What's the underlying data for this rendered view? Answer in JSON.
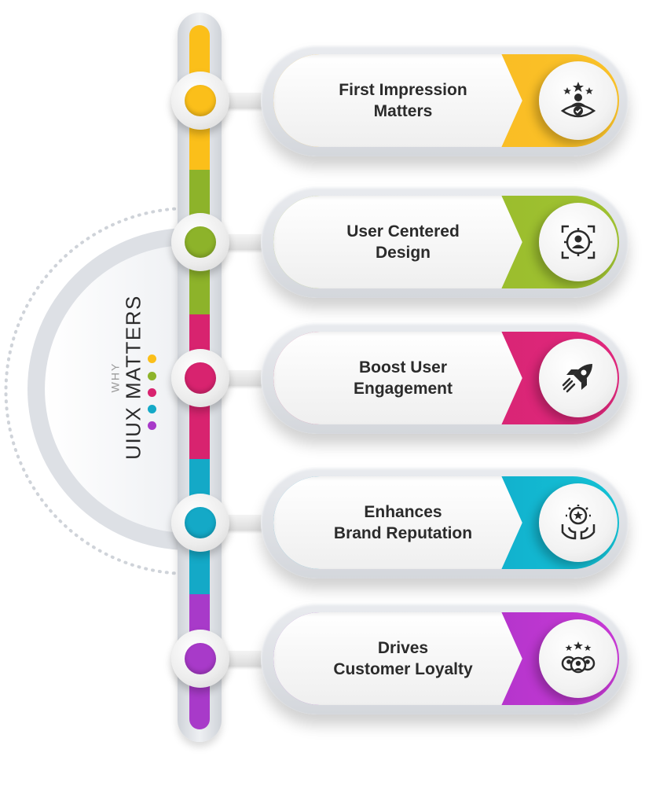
{
  "title": {
    "prefix": "WHY",
    "main": "UIUX MATTERS"
  },
  "items": [
    {
      "label": "First Impression\nMatters",
      "color_start": "#f6b21a",
      "color_end": "#fbc32a",
      "icon": "user-rating-stars-icon"
    },
    {
      "label": "User Centered\nDesign",
      "color_start": "#8fb325",
      "color_end": "#a1c332",
      "icon": "user-focus-gear-icon"
    },
    {
      "label": "Boost User\nEngagement",
      "color_start": "#c71f66",
      "color_end": "#e2287d",
      "icon": "rocket-icon"
    },
    {
      "label": "Enhances\nBrand Reputation",
      "color_start": "#0e8fbe",
      "color_end": "#14c3d6",
      "icon": "award-hands-icon"
    },
    {
      "label": "Drives\nCustomer Loyalty",
      "color_start": "#8e2bb9",
      "color_end": "#c93ad6",
      "icon": "customer-group-stars-icon"
    }
  ],
  "colors": {
    "accent_1": "#fbbf1a",
    "accent_2": "#8db32a",
    "accent_3": "#d8236f",
    "accent_4": "#14a9c7",
    "accent_5": "#a83ac9",
    "track": "#d9dce2",
    "text": "#2b2b2b"
  }
}
